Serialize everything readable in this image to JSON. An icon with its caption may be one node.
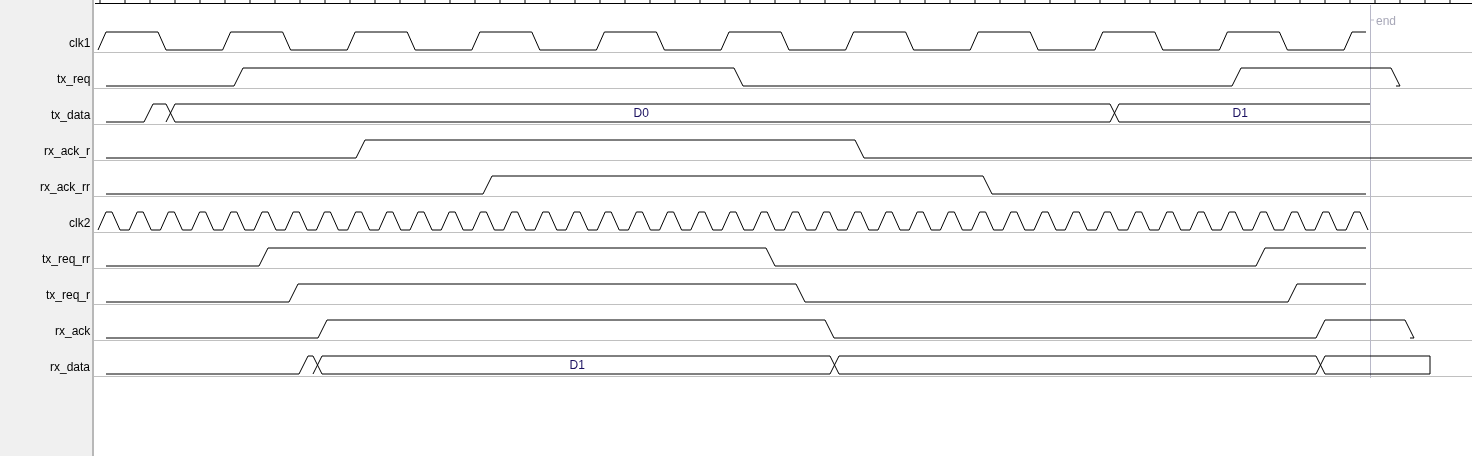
{
  "diagram": {
    "labels": [
      "clk1",
      "tx_req",
      "tx_data",
      "D0",
      "D1",
      "rx_ack_r",
      "rx_ack_rr",
      "clk2",
      "tx_req_rr",
      "tx_req_r",
      "rx_ack",
      "rx_data",
      "D1",
      "end"
    ]
  }
}
